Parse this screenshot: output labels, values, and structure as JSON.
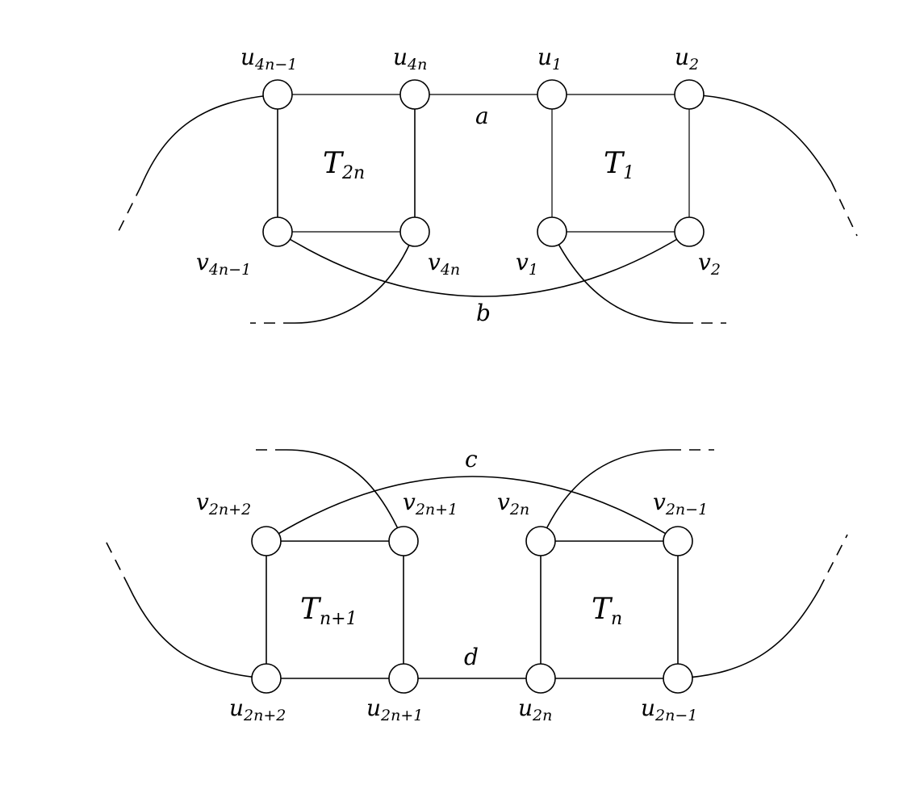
{
  "top": {
    "nodes": {
      "u4n_1": {
        "base": "u",
        "sub": "4n−1"
      },
      "u4n": {
        "base": "u",
        "sub": "4n"
      },
      "u1": {
        "base": "u",
        "sub": "1"
      },
      "u2": {
        "base": "u",
        "sub": "2"
      },
      "v4n_1": {
        "base": "v",
        "sub": "4n−1"
      },
      "v4n": {
        "base": "v",
        "sub": "4n"
      },
      "v1": {
        "base": "v",
        "sub": "1"
      },
      "v2": {
        "base": "v",
        "sub": "2"
      }
    },
    "tiles": {
      "left": {
        "base": "T",
        "sub": "2n"
      },
      "right": {
        "base": "T",
        "sub": "1"
      }
    },
    "edge_labels": {
      "a": "a",
      "b": "b"
    }
  },
  "bottom": {
    "nodes": {
      "v2n2": {
        "base": "v",
        "sub": "2n+2"
      },
      "v2n1": {
        "base": "v",
        "sub": "2n+1"
      },
      "v2n": {
        "base": "v",
        "sub": "2n"
      },
      "v2n_1": {
        "base": "v",
        "sub": "2n−1"
      },
      "u2n2": {
        "base": "u",
        "sub": "2n+2"
      },
      "u2n1": {
        "base": "u",
        "sub": "2n+1"
      },
      "u2n": {
        "base": "u",
        "sub": "2n"
      },
      "u2n_1": {
        "base": "u",
        "sub": "2n−1"
      }
    },
    "tiles": {
      "left": {
        "base": "T",
        "sub": "n+1"
      },
      "right": {
        "base": "T",
        "sub": "n"
      }
    },
    "edge_labels": {
      "c": "c",
      "d": "d"
    }
  }
}
